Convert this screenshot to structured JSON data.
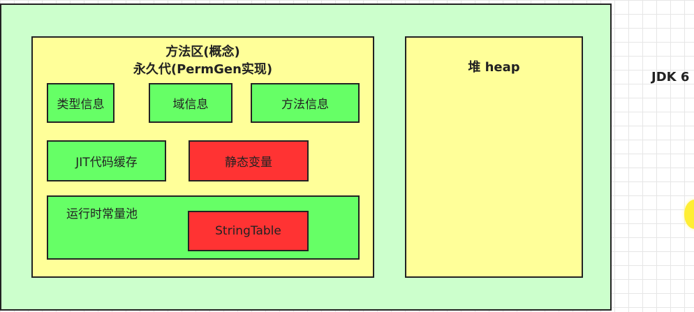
{
  "outer": {
    "method_area": {
      "title_line1": "方法区(概念)",
      "title_line2": "永久代(PermGen实现)",
      "items": {
        "type_info": "类型信息",
        "field_info": "域信息",
        "method_info": "方法信息",
        "jit_cache": "JIT代码缓存",
        "static_vars": "静态变量"
      },
      "runtime_pool": {
        "label": "运行时常量池",
        "string_table": "StringTable"
      }
    },
    "heap": {
      "title": "堆 heap"
    }
  },
  "jdk_label": "JDK 6",
  "colors": {
    "outer_bg": "#ccffcc",
    "area_bg": "#ffff99",
    "green": "#66ff66",
    "red": "#ff3333"
  }
}
